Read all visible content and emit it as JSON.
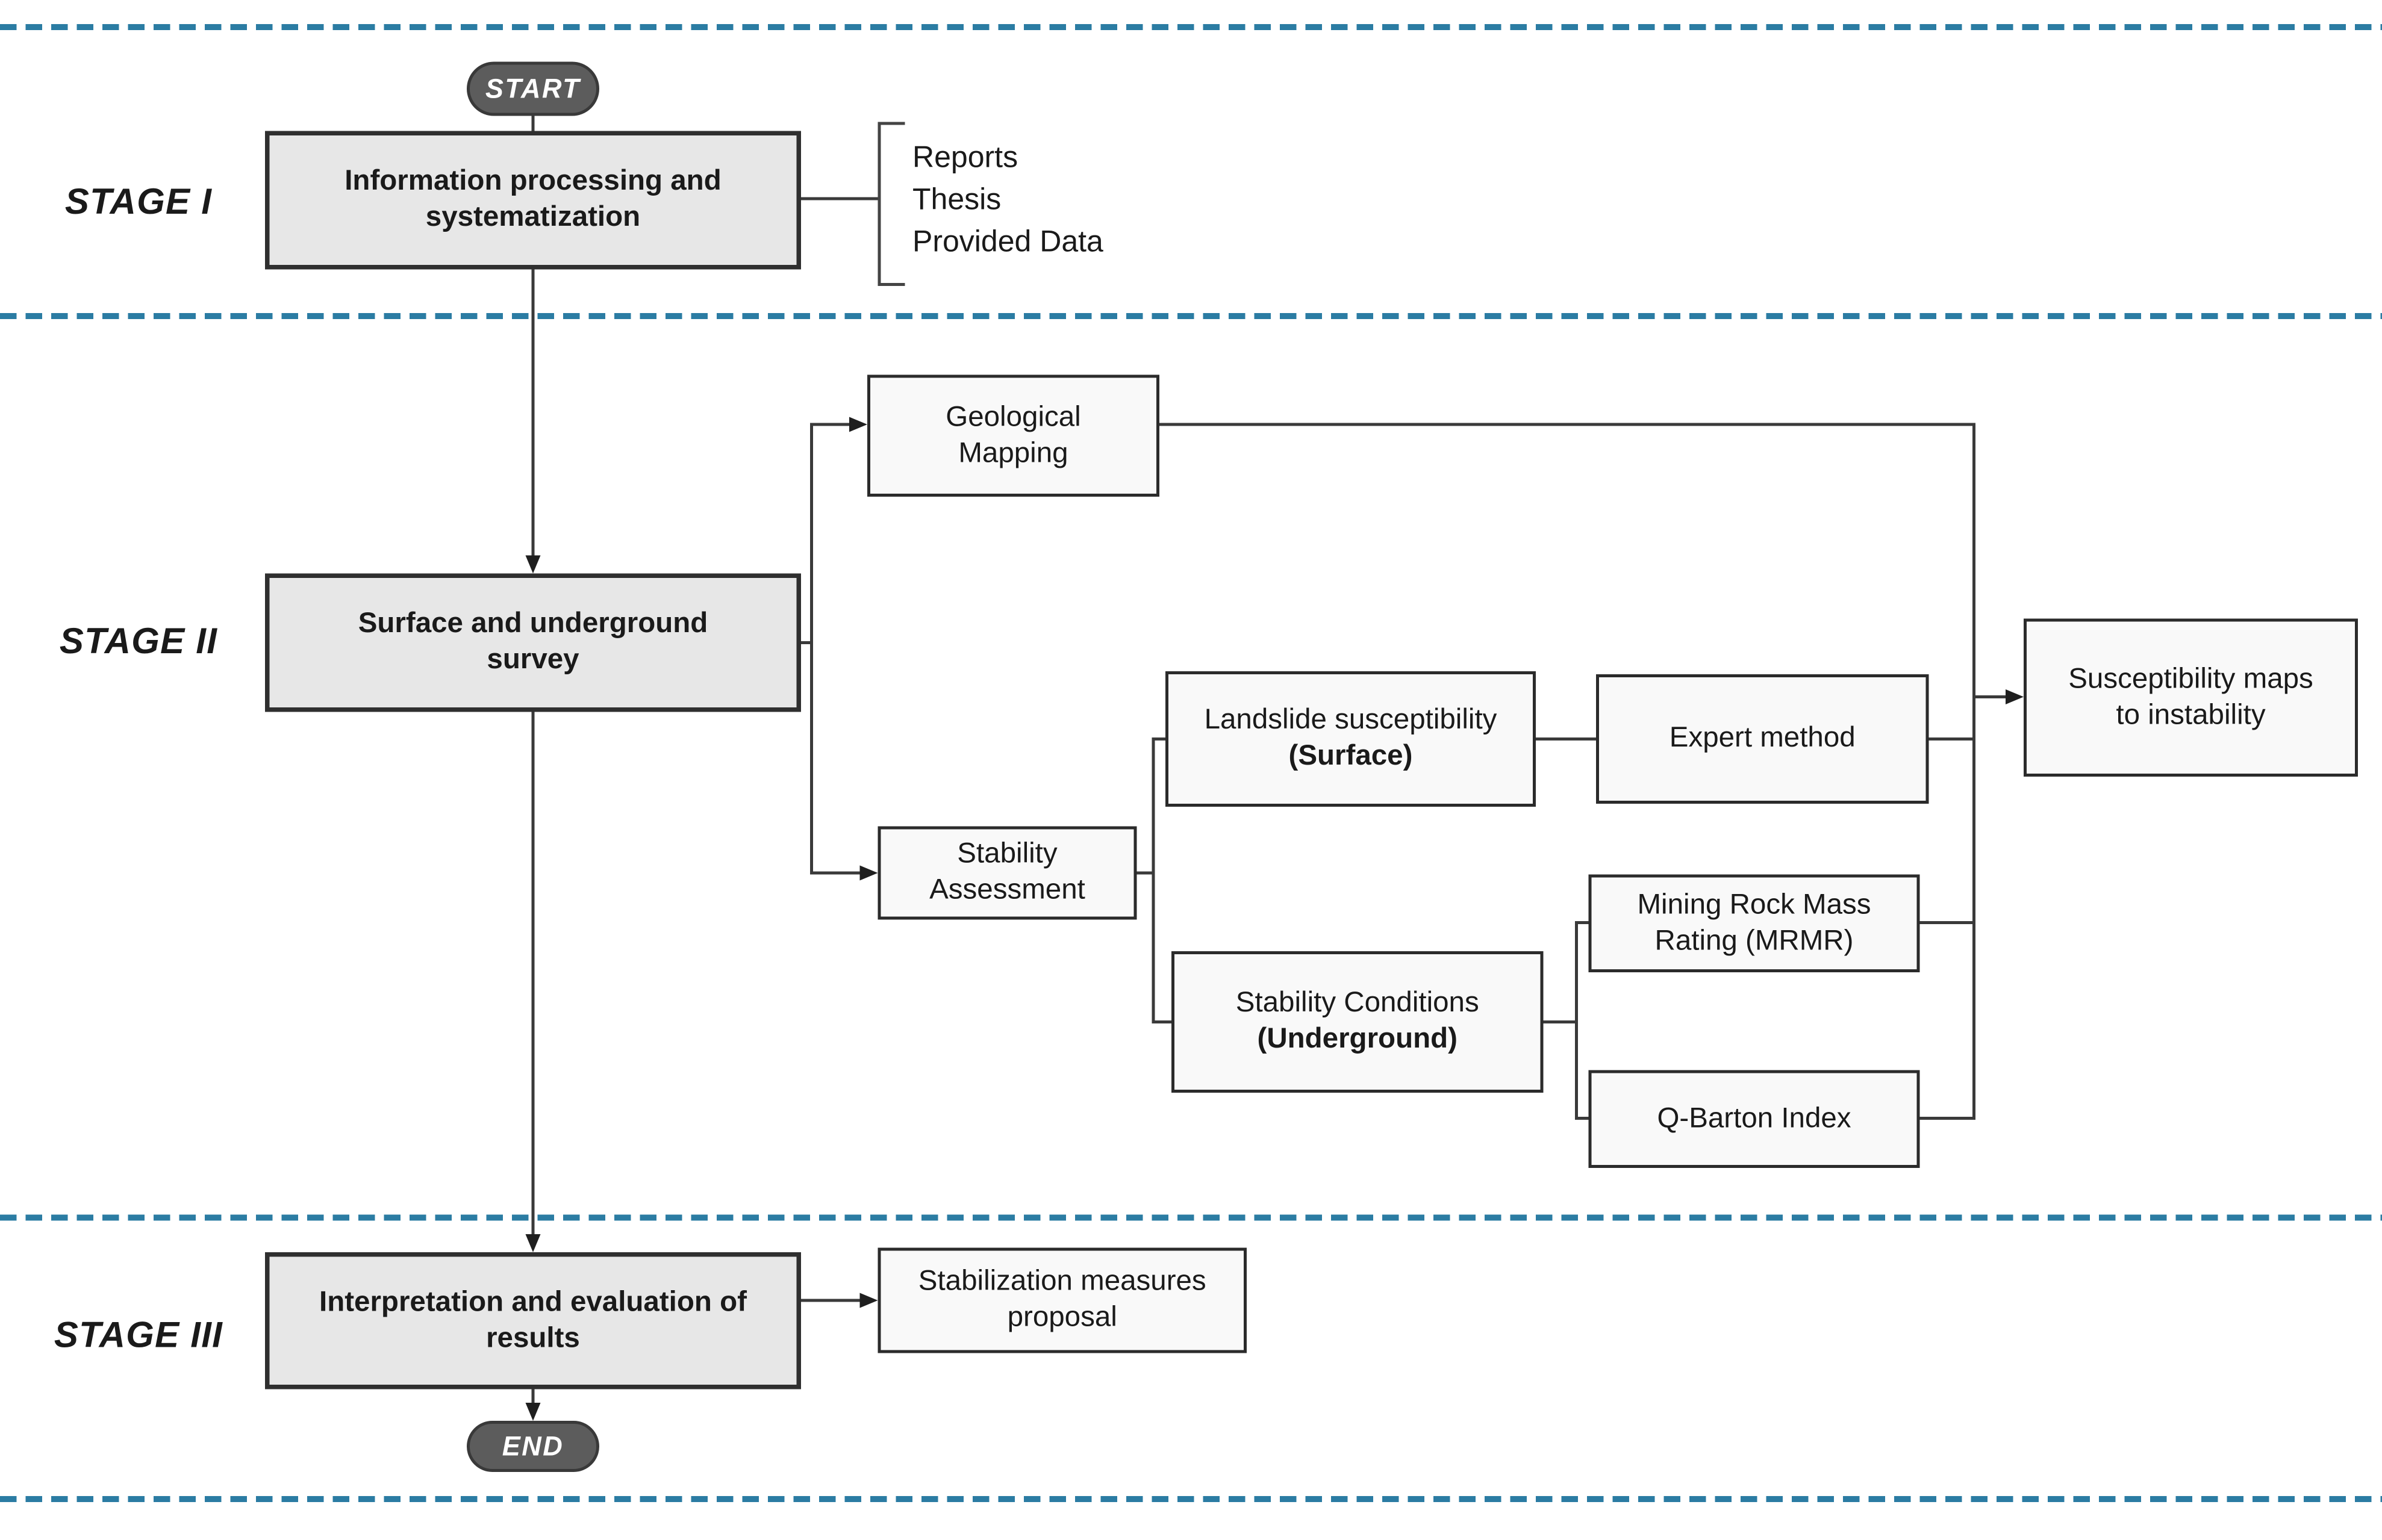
{
  "stages": {
    "stage1": "STAGE I",
    "stage2": "STAGE II",
    "stage3": "STAGE III"
  },
  "terminals": {
    "start": "START",
    "end": "END"
  },
  "nodes": {
    "info": "Information processing and\nsystematization",
    "survey": "Surface and underground\nsurvey",
    "interpretation": "Interpretation and evaluation of\nresults",
    "geological": "Geological\nMapping",
    "stability_assessment": "Stability\nAssessment",
    "landslide": {
      "line1": "Landslide susceptibility",
      "line2": "(Surface)"
    },
    "expert": "Expert method",
    "stability_conditions": {
      "line1": "Stability Conditions",
      "line2": "(Underground)"
    },
    "mrmr": "Mining Rock Mass\nRating (MRMR)",
    "qbarton": "Q-Barton Index",
    "susceptibility": "Susceptibility maps\nto instability",
    "stabilization": "Stabilization measures\nproposal"
  },
  "sources": {
    "item0": "Reports",
    "item1": "Thesis",
    "item2": "Provided Data"
  },
  "colors": {
    "dashed_line": "#2b7ca3",
    "stage_box_fill": "#e7e7e7",
    "node_fill": "#f9f9f9",
    "terminal_fill": "#5c5c5c",
    "line": "#3a3a3a"
  }
}
